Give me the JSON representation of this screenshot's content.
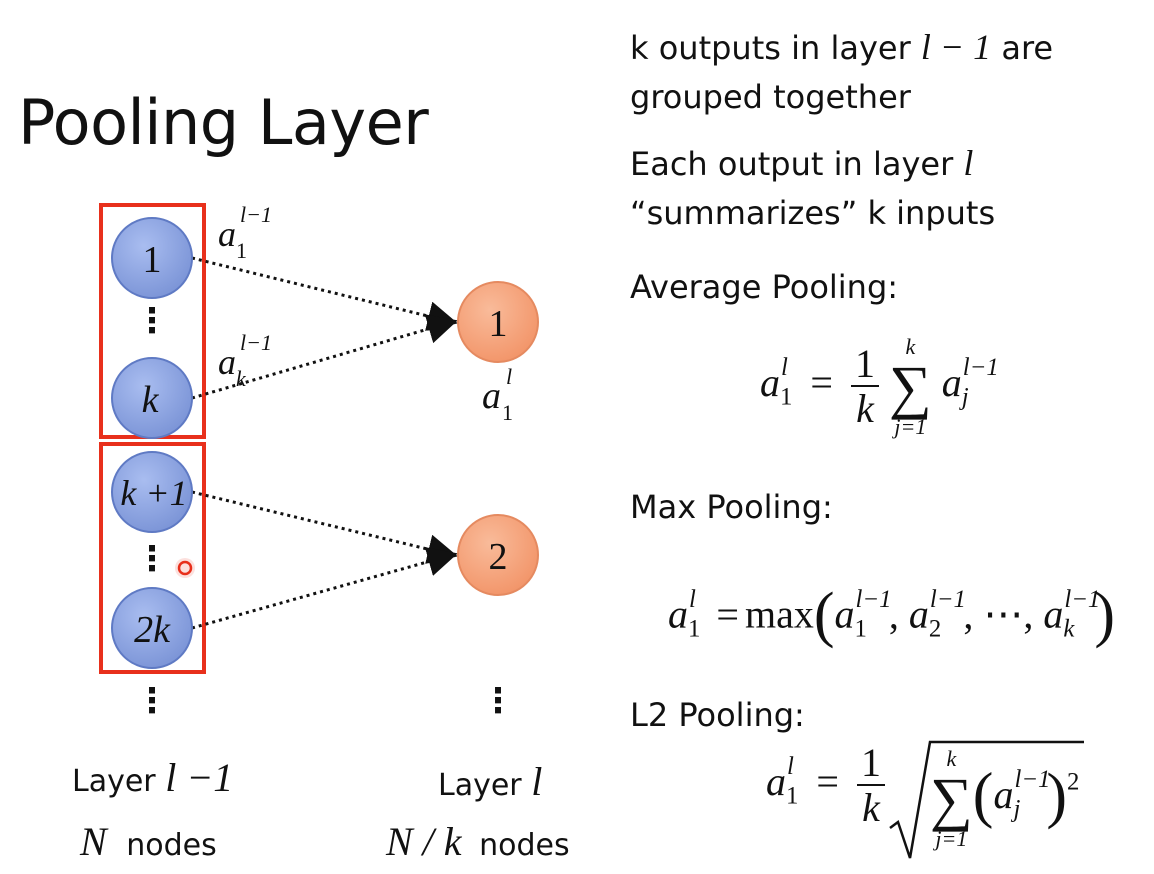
{
  "title": "Pooling Layer",
  "left": {
    "input_nodes": [
      "1",
      "k",
      "k +1",
      "2k"
    ],
    "output_nodes": [
      "1",
      "2"
    ],
    "vdots": "⋮",
    "edge_labels": [
      {
        "base": "a",
        "sub": "1",
        "sup": "l−1"
      },
      {
        "base": "a",
        "sub": "k",
        "sup": "l−1"
      }
    ],
    "output_label": {
      "base": "a",
      "sub": "1",
      "sup": "l"
    },
    "layer_left": {
      "word": "Layer",
      "math": "l −1",
      "count_math": "N",
      "count_word": "nodes"
    },
    "layer_right": {
      "word": "Layer",
      "math": "l",
      "count_math": "N / k",
      "count_word": "nodes"
    }
  },
  "right": {
    "line1_a": "k outputs in layer",
    "line1_math": "l − 1",
    "line1_b": "are",
    "line2": "grouped together",
    "line3_a": "Each output in layer",
    "line3_math": "l",
    "line4": "“summarizes” k inputs",
    "avg_heading": "Average Pooling:",
    "max_heading": "Max Pooling:",
    "l2_heading": "L2 Pooling:",
    "formula": {
      "lhs_base": "a",
      "lhs_sub": "1",
      "lhs_sup": "l",
      "eq": "=",
      "one": "1",
      "k": "k",
      "sum_upper": "k",
      "sum_lower": "j=1",
      "sigma": "∑",
      "term_base": "a",
      "term_sub": "j",
      "term_sup": "l−1",
      "max": "max",
      "max_args": [
        {
          "base": "a",
          "sub": "1",
          "sup": "l−1"
        },
        {
          "base": "a",
          "sub": "2",
          "sup": "l−1"
        },
        {
          "base": "a",
          "sub": "k",
          "sup": "l−1"
        }
      ],
      "dots": "⋯",
      "square": "2"
    }
  },
  "colors": {
    "input_node_fill": "#8fa6e0",
    "input_node_stroke": "#5f7ac4",
    "output_node_fill": "#f6a37c",
    "output_node_stroke": "#e58a60",
    "group_box": "#e8301c",
    "cursor": "#e8301c"
  }
}
